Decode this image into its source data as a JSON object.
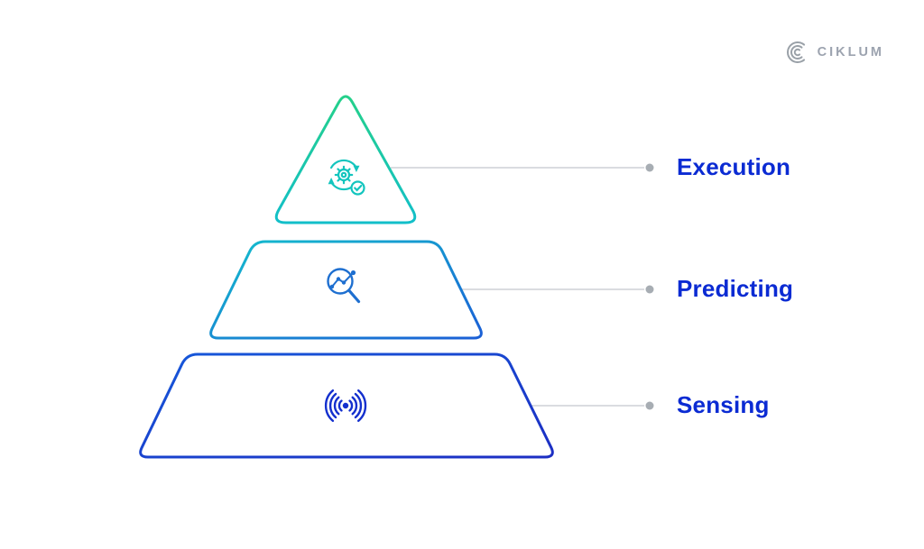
{
  "brand": {
    "name": "CIKLUM"
  },
  "pyramid": {
    "levels": [
      {
        "label": "Execution",
        "icon": "gear-sync-check-icon",
        "color_top": "#24D08A",
        "color_bottom": "#12BFC9"
      },
      {
        "label": "Predicting",
        "icon": "magnifier-trend-icon",
        "color_top": "#14BECD",
        "color_bottom": "#1A5FD6"
      },
      {
        "label": "Sensing",
        "icon": "signal-waves-icon",
        "color_top": "#1658DA",
        "color_bottom": "#1C2EC3"
      }
    ]
  },
  "colors": {
    "label_text": "#0B2BD3",
    "connector_line": "#CDD1D5",
    "connector_dot": "#A7ADB3",
    "brand_text": "#9CA3AF",
    "background": "#FFFFFF"
  }
}
